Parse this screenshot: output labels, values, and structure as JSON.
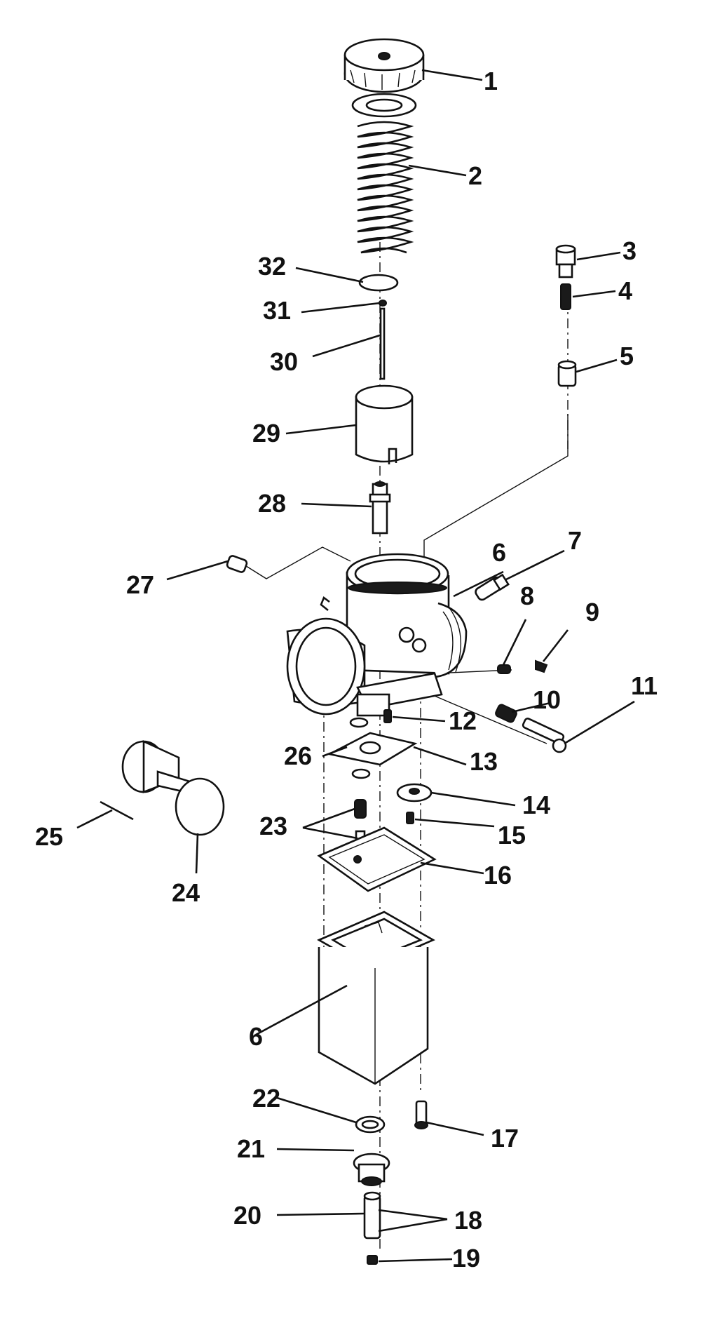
{
  "callouts": {
    "c1": "1",
    "c2": "2",
    "c3": "3",
    "c4": "4",
    "c5": "5",
    "c6a": "6",
    "c7": "7",
    "c8": "8",
    "c9": "9",
    "c10": "10",
    "c11": "11",
    "c12": "12",
    "c13": "13",
    "c14": "14",
    "c15": "15",
    "c16": "16",
    "c6b": "6",
    "c17": "17",
    "c18": "18",
    "c19": "19",
    "c20": "20",
    "c21": "21",
    "c22": "22",
    "c23": "23",
    "c24": "24",
    "c25": "25",
    "c26": "26",
    "c27": "27",
    "c28": "28",
    "c29": "29",
    "c30": "30",
    "c31": "31",
    "c32": "32"
  }
}
